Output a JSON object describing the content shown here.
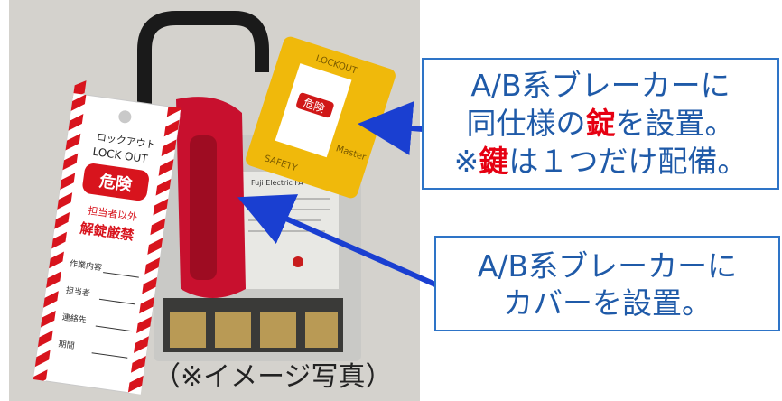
{
  "photo": {
    "tag_text": {
      "line1": "ロックアウト",
      "line2": "LOCK OUT",
      "danger": "危険",
      "sub": "担当者以外",
      "warn": "解錠厳禁",
      "field1": "作業内容",
      "field2": "担当者",
      "field3": "連絡先",
      "field4": "期間"
    },
    "padlock_text": {
      "top": "LOCKOUT",
      "side": "SAFETY",
      "brand": "Master",
      "danger": "危険"
    },
    "breaker_text": {
      "brand": "Fuji Electric FA"
    },
    "caption": "（※イメージ写真）"
  },
  "callout_lock": {
    "line1": "A/B系ブレーカーに",
    "line2_pre": "同仕様の",
    "line2_red": "錠",
    "line2_post": "を設置。",
    "line3_pre": "※",
    "line3_red": "鍵",
    "line3_post": "は１つだけ配備。"
  },
  "callout_cover": {
    "line1": "A/B系ブレーカーに",
    "line2": "カバーを設置。"
  },
  "colors": {
    "callout_border": "#2e74c7",
    "callout_text": "#1f5aa8",
    "highlight_red": "#e60012",
    "arrow_blue": "#1a3fd1",
    "padlock_yellow": "#f0b90b",
    "cover_red": "#c8102e"
  }
}
